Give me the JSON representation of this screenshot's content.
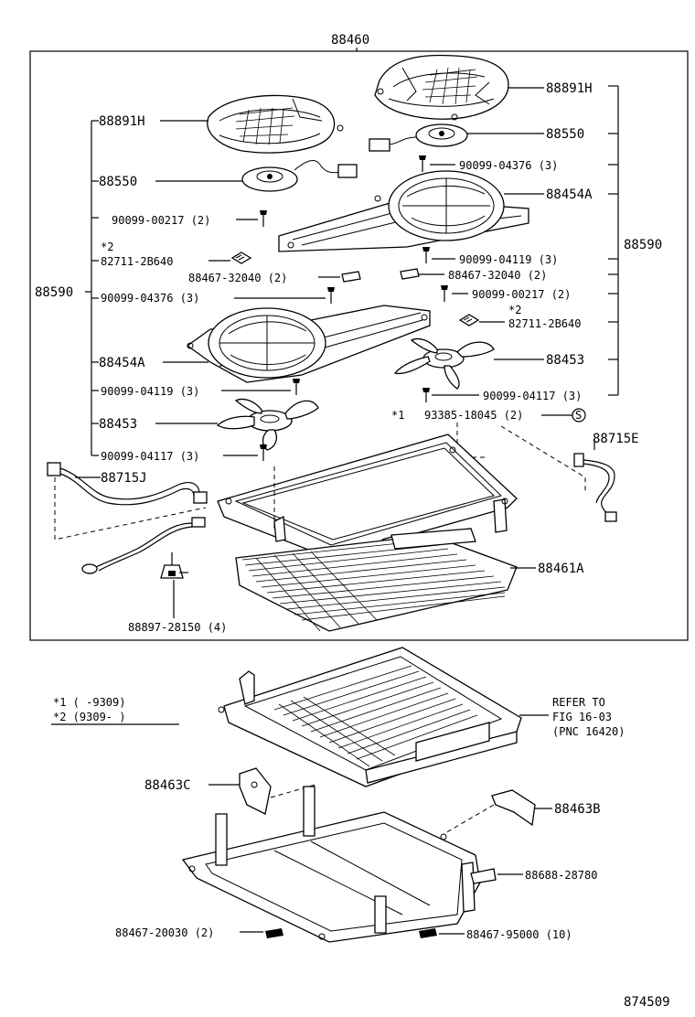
{
  "diagram": {
    "assembly_number": "88460",
    "figure_number": "874509",
    "side_bracket_label": "88590",
    "labels": {
      "fan_shroud_right": "88891H",
      "fan_motor_right": "88550",
      "bolt_04376_right": "90099-04376 (3)",
      "fan_shroud_assy_right": "88454A",
      "bolt_04119_right": "90099-04119 (3)",
      "bracket_88590_right": "88590",
      "clip_32040_right": "88467-32040 (2)",
      "bolt_00217_right": "90099-00217 (2)",
      "note2_right": "*2",
      "relay_2b640_right": "82711-2B640",
      "fan_blade_right": "88453",
      "bolt_04117_right": "90099-04117 (3)",
      "note1_mid": "*1",
      "seal_18045": "93385-18045 (2)",
      "seal_symbol": "S",
      "hose_right": "88715E",
      "fan_shroud_left": "88891H",
      "fan_motor_left": "88550",
      "bolt_00217_left": "90099-00217 (2)",
      "note2_left": "*2",
      "relay_2b640_left": "82711-2B640",
      "clip_32040_left": "88467-32040 (2)",
      "bracket_88590_left": "88590",
      "bolt_04376_left": "90099-04376 (3)",
      "fan_shroud_assy_left": "88454A",
      "bolt_04119_left": "90099-04119 (3)",
      "fan_blade_left": "88453",
      "bolt_04117_left": "90099-04117 (3)",
      "hose_left": "88715J",
      "condenser": "88461A",
      "switch_28150": "88897-28150 (4)",
      "bracket_c": "88463C",
      "bracket_b": "88463B",
      "pipe_28780": "88688-28780",
      "cushion_20030": "88467-20030 (2)",
      "cushion_95000": "88467-95000 (10)",
      "refer_line1": "REFER TO",
      "refer_line2": "FIG 16-03",
      "refer_line3": "(PNC 16420)",
      "legend_1": "*1  (      -9309)",
      "legend_2": "*2  (9309-      )"
    }
  }
}
